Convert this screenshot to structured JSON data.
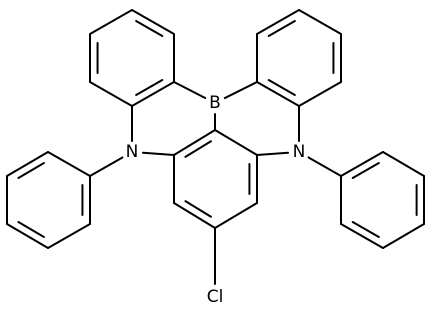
{
  "structure": {
    "atoms": {
      "boron": "B",
      "nitrogen_left": "N",
      "nitrogen_right": "N",
      "chlorine": "Cl"
    },
    "colors": {
      "bond": "#000000",
      "background": "#ffffff"
    }
  }
}
